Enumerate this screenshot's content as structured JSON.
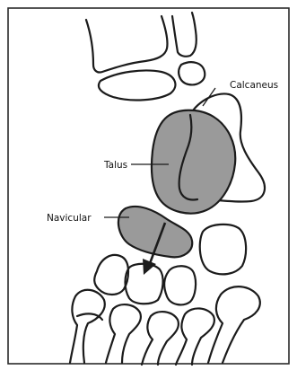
{
  "labels": {
    "calcaneus": "Calcaneus",
    "talus": "Talus",
    "navicular": "Navicular"
  },
  "colors": {
    "line": "#1b1b1b",
    "shaded_bone": "#9a9a9a",
    "frame": "#2a2a2a",
    "background": "#ffffff"
  }
}
